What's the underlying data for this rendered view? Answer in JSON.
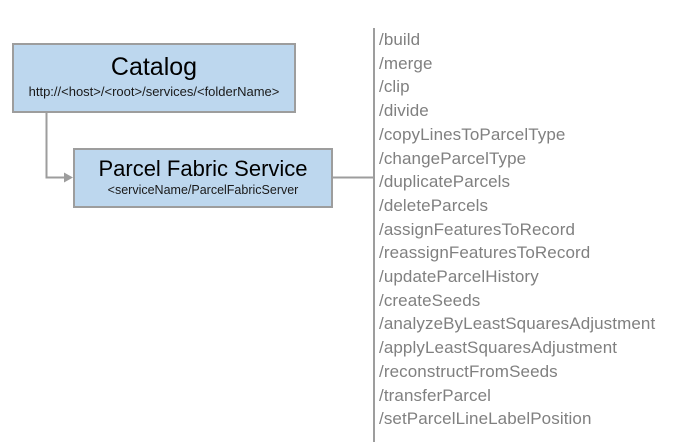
{
  "diagram": {
    "background_color": "#ffffff",
    "nodes": [
      {
        "id": "catalog",
        "title": "Catalog",
        "subtitle": "http://<host>/<root>/services/<folderName>",
        "fill_color": "#bdd7ee",
        "border_color": "#9d9d9d"
      },
      {
        "id": "parcel-fabric-service",
        "title": "Parcel Fabric Service",
        "subtitle": "<serviceName/ParcelFabricServer",
        "fill_color": "#bdd7ee",
        "border_color": "#9d9d9d"
      }
    ],
    "connector_color": "#9d9d9d",
    "divider_color": "#9d9d9d",
    "operations_text_color": "#808080",
    "operations": [
      "/build",
      "/merge",
      "/clip",
      "/divide",
      "/copyLinesToParcelType",
      "/changeParcelType",
      "/duplicateParcels",
      "/deleteParcels",
      "/assignFeaturesToRecord",
      "/reassignFeaturesToRecord",
      "/updateParcelHistory",
      "/createSeeds",
      "/analyzeByLeastSquaresAdjustment",
      "/applyLeastSquaresAdjustment",
      "/reconstructFromSeeds",
      "/transferParcel",
      "/setParcelLineLabelPosition"
    ]
  }
}
